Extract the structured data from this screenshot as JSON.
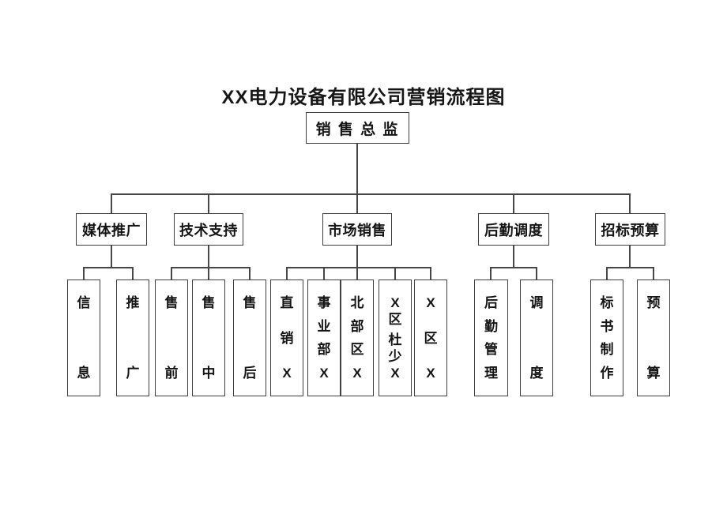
{
  "page": {
    "title": "XX电力设备有限公司营销流程图"
  },
  "colors": {
    "line": "#464646",
    "border": "#3f3f3f",
    "text": "#141414",
    "background": "#ffffff"
  },
  "tree": {
    "root": {
      "label": "销 售 总 监"
    },
    "groups": [
      {
        "label": "媒体推广",
        "children": [
          {
            "label": "信息"
          },
          {
            "label": "推广"
          }
        ]
      },
      {
        "label": "技术支持",
        "children": [
          {
            "label": "售前"
          },
          {
            "label": "售中"
          },
          {
            "label": "售后"
          }
        ]
      },
      {
        "label": "市场销售",
        "children": [
          {
            "label": "直销X"
          },
          {
            "label": "事业部X"
          },
          {
            "label": "北部区X"
          },
          {
            "label": "X区 杜少X"
          },
          {
            "label": "X区X"
          }
        ]
      },
      {
        "label": "后勤调度",
        "children": [
          {
            "label": "后勤管理"
          },
          {
            "label": "调度"
          }
        ]
      },
      {
        "label": "招标预算",
        "children": [
          {
            "label": "标书制作"
          },
          {
            "label": "预算"
          }
        ]
      }
    ]
  }
}
